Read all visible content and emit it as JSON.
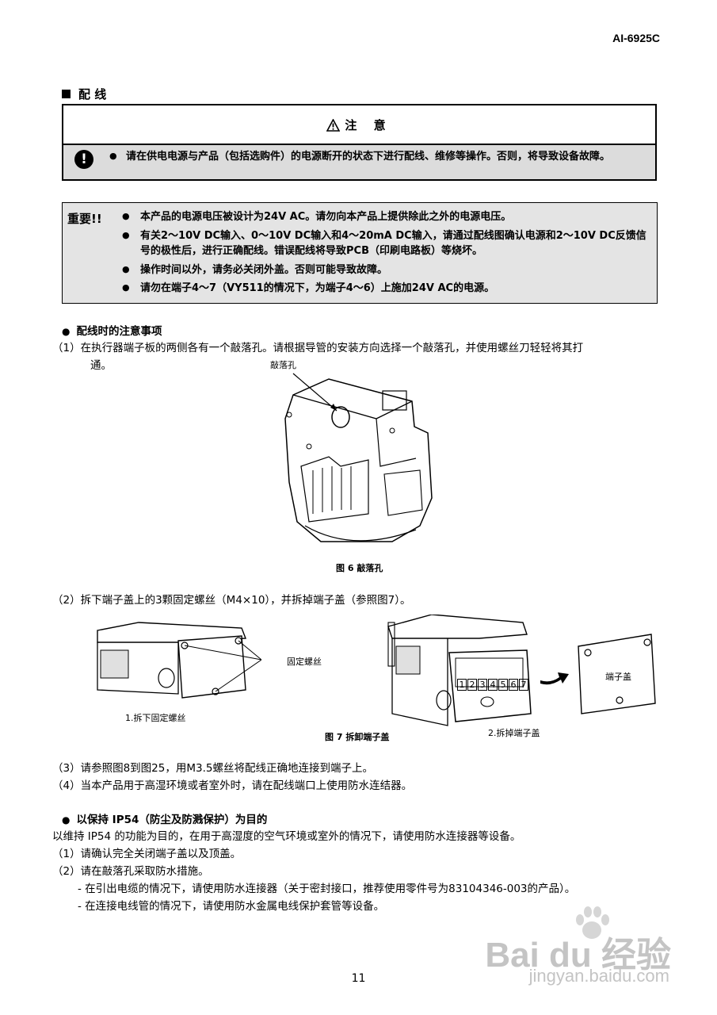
{
  "header": {
    "doc_id": "AI-6925C"
  },
  "wiring": {
    "title": "配 线"
  },
  "caution": {
    "title": "注 意",
    "text": "请在供电电源与产品（包括选购件）的电源断开的状态下进行配线、维修等操作。否则，将导致设备故障。"
  },
  "important": {
    "label": "重要!!",
    "items": [
      "本产品的电源电压被设计为24V AC。请勿向本产品上提供除此之外的电源电压。",
      "有关2～10V DC输入、0～10V DC输入和4～20mA DC输入，请通过配线图确认电源和2～10V DC反馈信号的极性后，进行正确配线。错误配线将导致PCB（印刷电路板）等烧坏。",
      "操作时间以外，请务必关闭外盖。否则可能导致故障。",
      "请勿在端子4～7（VY511的情况下，为端子4～6）上施加24V AC的电源。"
    ]
  },
  "notes": {
    "heading": "配线时的注意事项",
    "step1a": "（1）在执行器端子板的两侧各有一个敲落孔。请根据导管的安装方向选择一个敲落孔，并使用螺丝刀轻轻将其打",
    "step1b": "通。",
    "fig6_label": "敲落孔",
    "fig6_caption": "图 6  敲落孔",
    "step2": "（2）拆下端子盖上的3颗固定螺丝（M4×10），并拆掉端子盖（参照图7）。",
    "fig7_screws": "固定螺丝",
    "fig7_cover": "端子盖",
    "fig7_left": "1.拆下固定螺丝",
    "fig7_right": "2.拆掉端子盖",
    "fig7_caption": "图 7  拆卸端子盖",
    "terminals": [
      "1",
      "2",
      "3",
      "4",
      "5",
      "6",
      "7"
    ],
    "step3": "（3）请参照图8到图25，用M3.5螺丝将配线正确地连接到端子上。",
    "step4": "（4）当本产品用于高湿环境或者室外时，请在配线端口上使用防水连结器。"
  },
  "ip54": {
    "heading": "以保持 IP54（防尘及防溅保护）为目的",
    "intro": "以维持 IP54 的功能为目的，在用于高湿度的空气环境或室外的情况下，请使用防水连接器等设备。",
    "step1": "（1）请确认完全关闭端子盖以及顶盖。",
    "step2": "（2）请在敲落孔采取防水措施。",
    "sub1": "- 在引出电缆的情况下，请使用防水连接器（关于密封接口，推荐使用零件号为83104346-003的产品）。",
    "sub2": "- 在连接电线管的情况下，请使用防水金属电线保护套管等设备。"
  },
  "footer": {
    "page": "11"
  },
  "watermark": {
    "brand": "Bai du 经验",
    "url": "jingyan.baidu.com"
  }
}
